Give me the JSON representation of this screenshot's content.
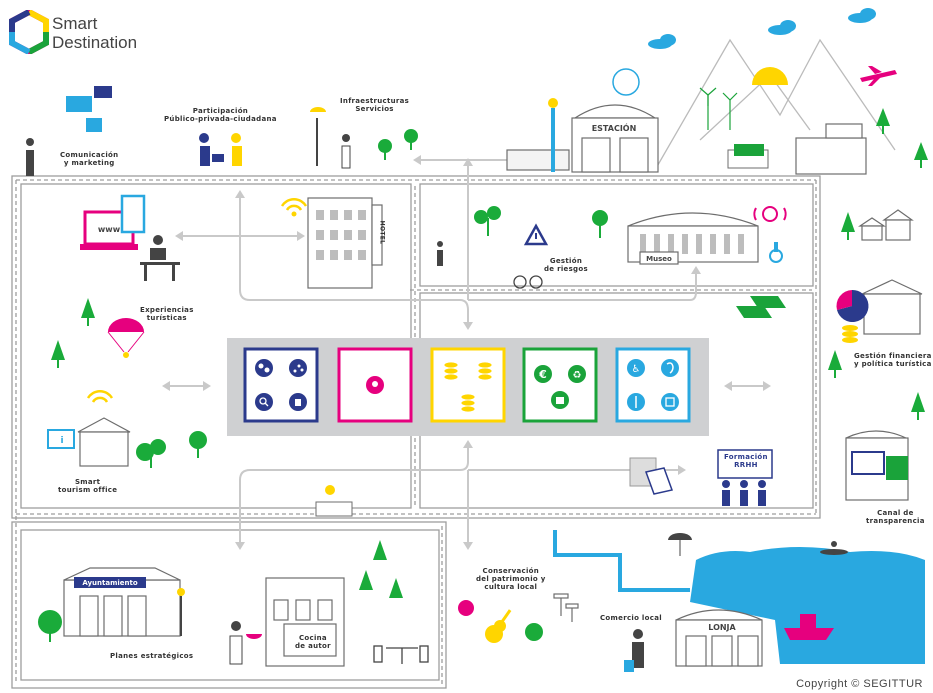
{
  "brand": {
    "line1": "Smart",
    "line2": "Destination"
  },
  "copyright": "Copyright © SEGITTUR",
  "labels": {
    "comunicacion": [
      "Comunicación",
      "y marketing"
    ],
    "participacion": [
      "Participación",
      "Público-privada-ciudadana"
    ],
    "infraestructuras": [
      "Infraestructuras",
      "Servicios"
    ],
    "estacion": "ESTACIÓN",
    "gestion_riesgos": [
      "Gestión",
      "de riesgos"
    ],
    "museo": "Museo",
    "experiencias": [
      "Experiencias",
      "turísticas"
    ],
    "hotel": "HOTEL",
    "www": "www",
    "smart_tourism": [
      "Smart",
      "tourism office"
    ],
    "gestion_financiera": [
      "Gestión financiera",
      "y política turística"
    ],
    "canal": [
      "Canal de",
      "transparencia"
    ],
    "formacion": [
      "Formación",
      "RRHH"
    ],
    "ayuntamiento": "Ayuntamiento",
    "planes": "Planes estratégicos",
    "cocina": [
      "Cocina",
      "de autor"
    ],
    "conservacion": [
      "Conservación",
      "del patrimonio y",
      "cultura local"
    ],
    "comercio": "Comercio local",
    "lonja": "LONJA"
  },
  "colors": {
    "navy": "#2b3a8c",
    "magenta": "#e6007e",
    "yellow": "#ffd500",
    "green": "#1aa33a",
    "blue": "#29a8e0",
    "tree": "#1aab3a",
    "sea": "#29a8e0",
    "gray_panel": "#cfd0d2",
    "road": "#9d9d9d"
  },
  "hub_boxes": [
    {
      "name": "knowledge-box",
      "color": "navy"
    },
    {
      "name": "innovation-box",
      "color": "magenta"
    },
    {
      "name": "finance-box",
      "color": "yellow"
    },
    {
      "name": "sustainability-box",
      "color": "green"
    },
    {
      "name": "accessibility-box",
      "color": "blue"
    }
  ]
}
